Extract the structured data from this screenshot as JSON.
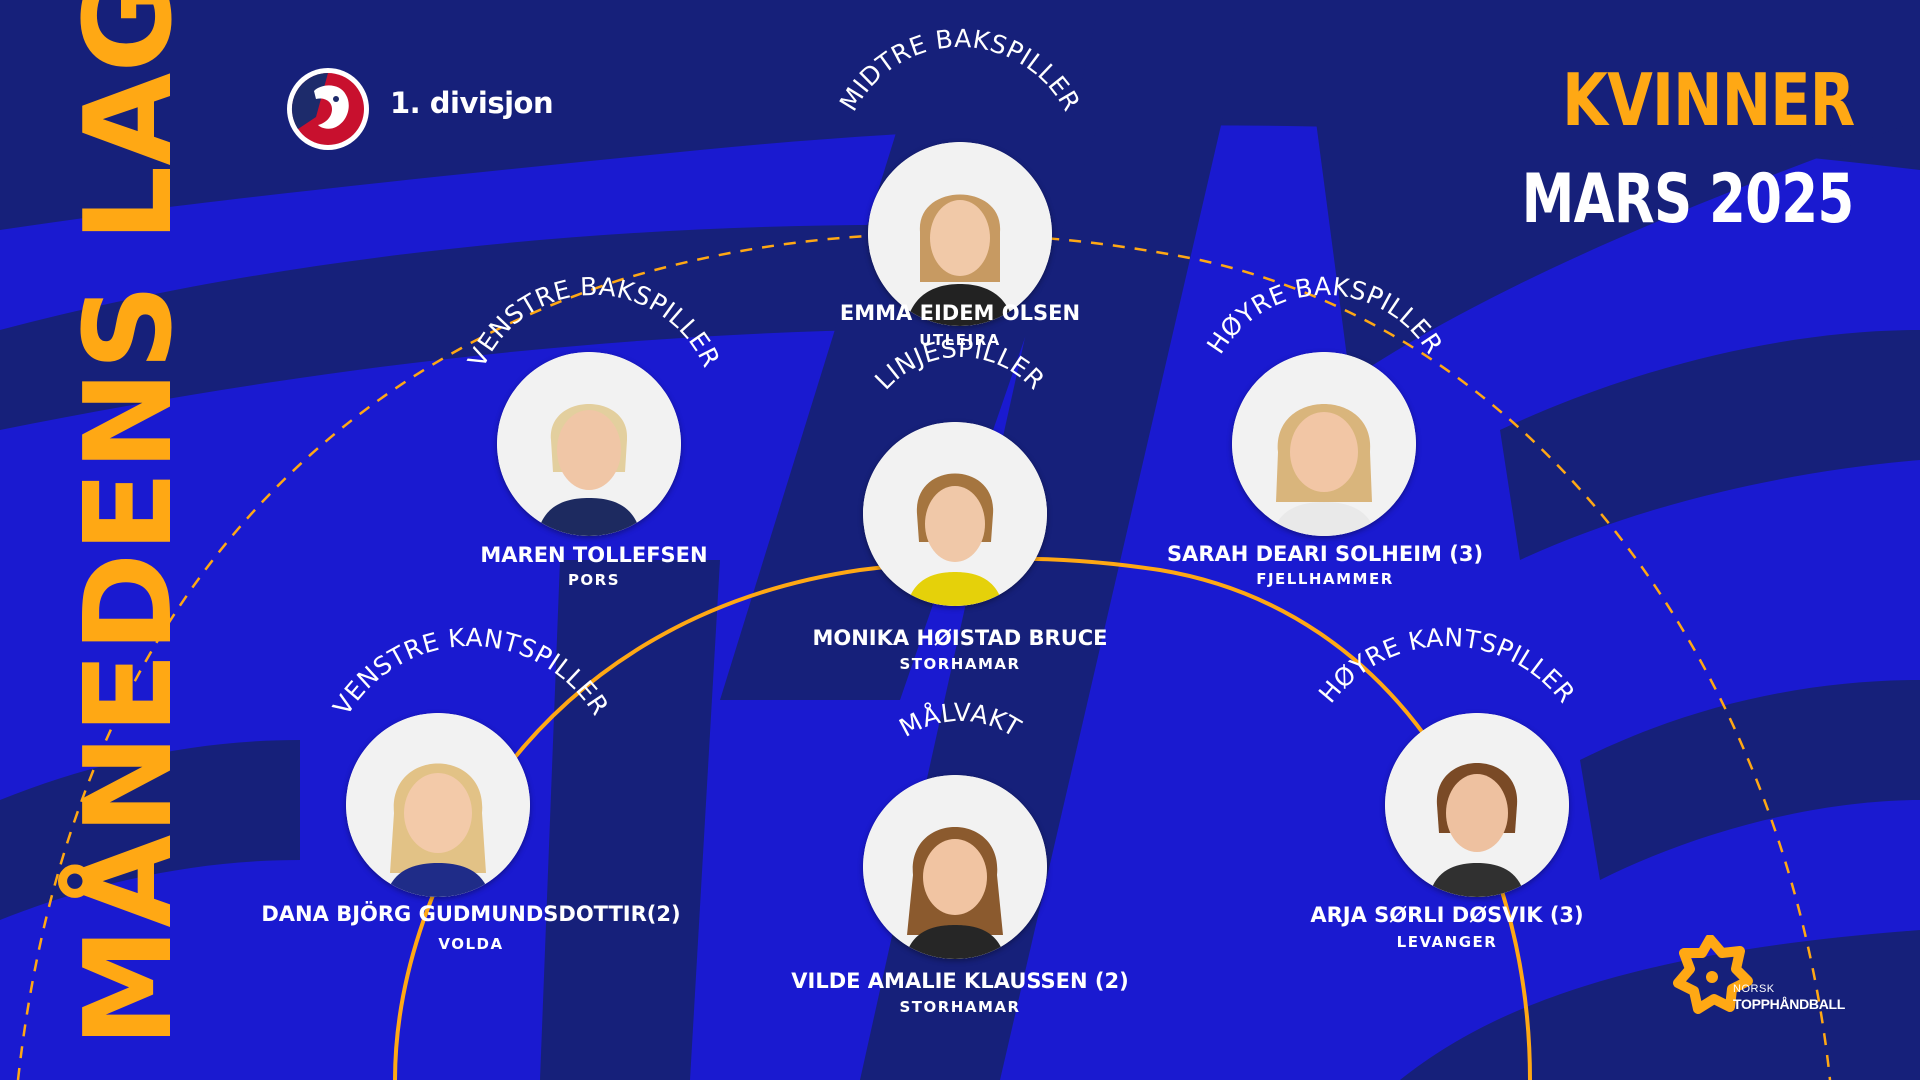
{
  "vertical_title": "MÅNEDENS LAG",
  "league": {
    "label": "1. divisjon",
    "logo_icon": "lion-icon"
  },
  "header": {
    "category": "KVINNER",
    "period": "MARS 2025"
  },
  "colors": {
    "background": "#1a1ad0",
    "stripes": "#16207a",
    "accent": "#ffa814",
    "text": "#ffffff"
  },
  "players": [
    {
      "role": "MIDTRE BAKSPILLER",
      "name": "EMMA EIDEM OLSEN",
      "club": "UTLEIRA"
    },
    {
      "role": "VENSTRE BAKSPILLER",
      "name": "MAREN TOLLEFSEN",
      "club": "PORS"
    },
    {
      "role": "HØYRE BAKSPILLER",
      "name": "SARAH DEARI SOLHEIM (3)",
      "club": "FJELLHAMMER"
    },
    {
      "role": "LINJESPILLER",
      "name": "MONIKA HØISTAD BRUCE",
      "club": "STORHAMAR"
    },
    {
      "role": "VENSTRE KANTSPILLER",
      "name": "DANA BJÖRG GUDMUNDSDOTTIR(2)",
      "club": "VOLDA"
    },
    {
      "role": "MÅLVAKT",
      "name": "VILDE AMALIE KLAUSSEN (2)",
      "club": "STORHAMAR"
    },
    {
      "role": "HØYRE KANTSPILLER",
      "name": "ARJA SØRLI DØSVIK (3)",
      "club": "LEVANGER"
    }
  ],
  "sponsor": {
    "line1": "NORSK",
    "line2": "TOPPHÅNDBALL",
    "logo_icon": "norsk-topphandball-logo-icon"
  }
}
